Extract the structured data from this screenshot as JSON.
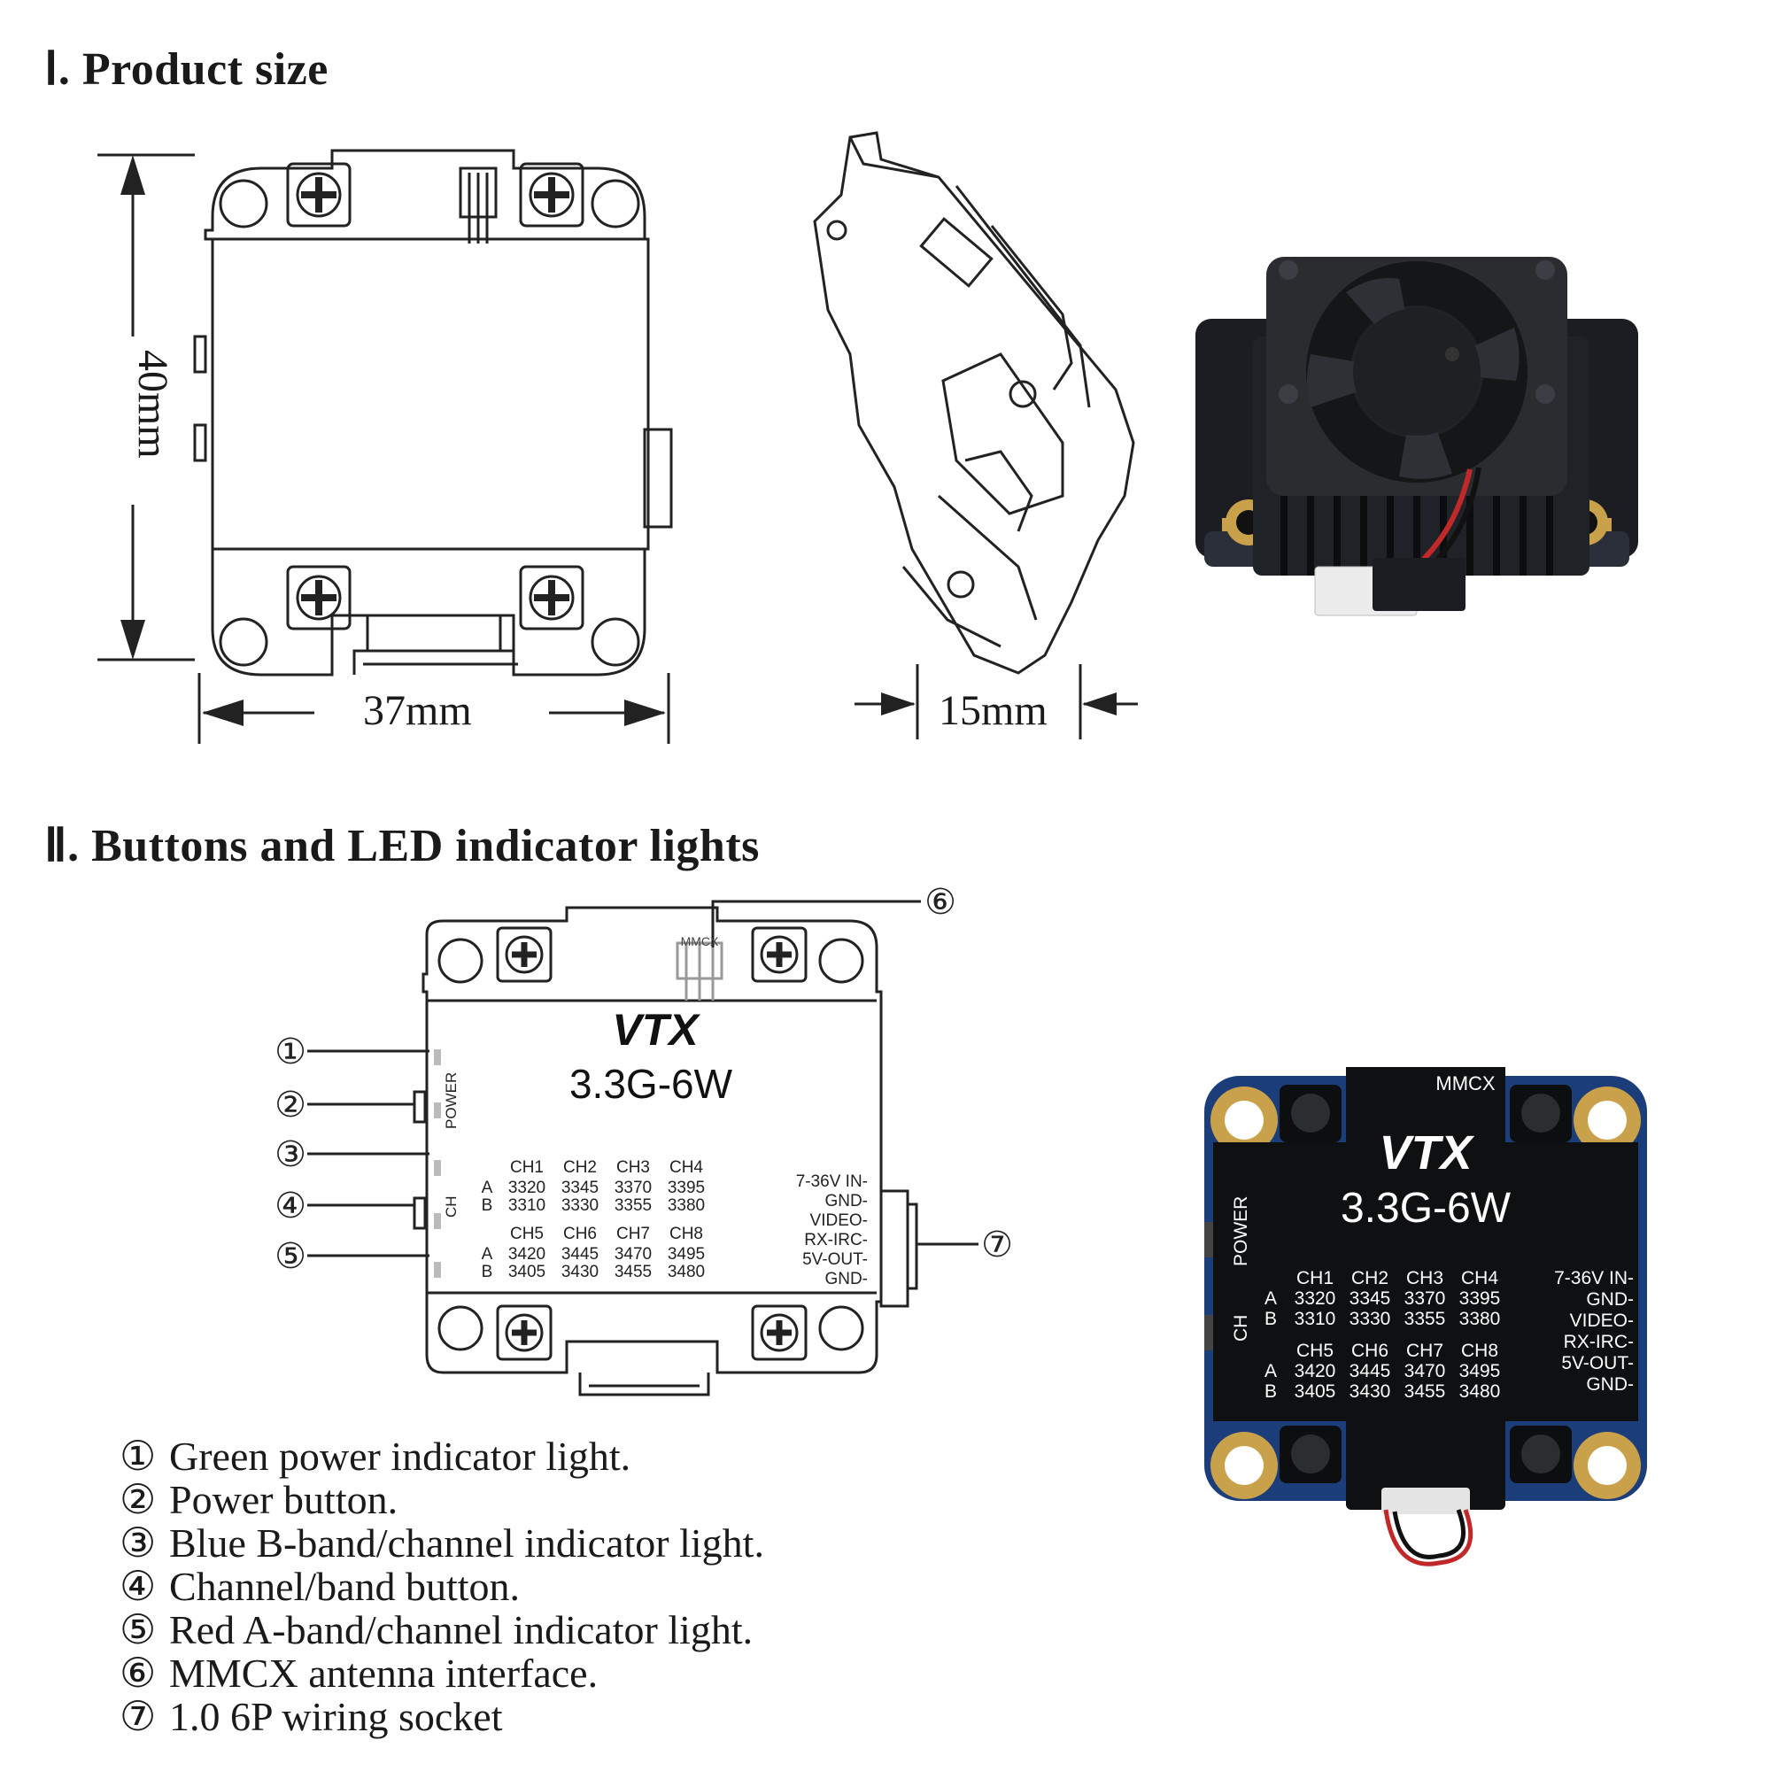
{
  "section1": {
    "title": "Ⅰ. Product size"
  },
  "dimensions": {
    "height": "40mm",
    "width": "37mm",
    "depth": "15mm"
  },
  "section2": {
    "title": "Ⅱ.  Buttons and LED indicator lights"
  },
  "board": {
    "model": "VTX",
    "frequency_power": "3.3G-6W",
    "antenna_label": "MMCX",
    "power_label": "POWER",
    "ch_label": "CH",
    "band_a": "A",
    "band_b": "B",
    "channels_top": [
      {
        "ch": "CH1",
        "a": "3320",
        "b": "3310"
      },
      {
        "ch": "CH2",
        "a": "3345",
        "b": "3330"
      },
      {
        "ch": "CH3",
        "a": "3370",
        "b": "3355"
      },
      {
        "ch": "CH4",
        "a": "3395",
        "b": "3380"
      }
    ],
    "channels_bottom": [
      {
        "ch": "CH5",
        "a": "3420",
        "b": "3405"
      },
      {
        "ch": "CH6",
        "a": "3445",
        "b": "3430"
      },
      {
        "ch": "CH7",
        "a": "3470",
        "b": "3455"
      },
      {
        "ch": "CH8",
        "a": "3495",
        "b": "3480"
      }
    ],
    "pins": [
      "7-36V IN-",
      "GND-",
      "VIDEO-",
      "RX-IRC-",
      "5V-OUT-",
      "GND-"
    ]
  },
  "callout_markers": [
    "①",
    "②",
    "③",
    "④",
    "⑤",
    "⑥",
    "⑦"
  ],
  "legend": [
    {
      "num": "①",
      "text": "Green power indicator light."
    },
    {
      "num": "②",
      "text": "Power button."
    },
    {
      "num": "③",
      "text": "Blue B-band/channel indicator light."
    },
    {
      "num": "④",
      "text": "Channel/band button."
    },
    {
      "num": "⑤",
      "text": "Red A-band/channel indicator light."
    },
    {
      "num": "⑥",
      "text": "MMCX antenna interface."
    },
    {
      "num": "⑦",
      "text": "1.0 6P wiring socket"
    }
  ]
}
